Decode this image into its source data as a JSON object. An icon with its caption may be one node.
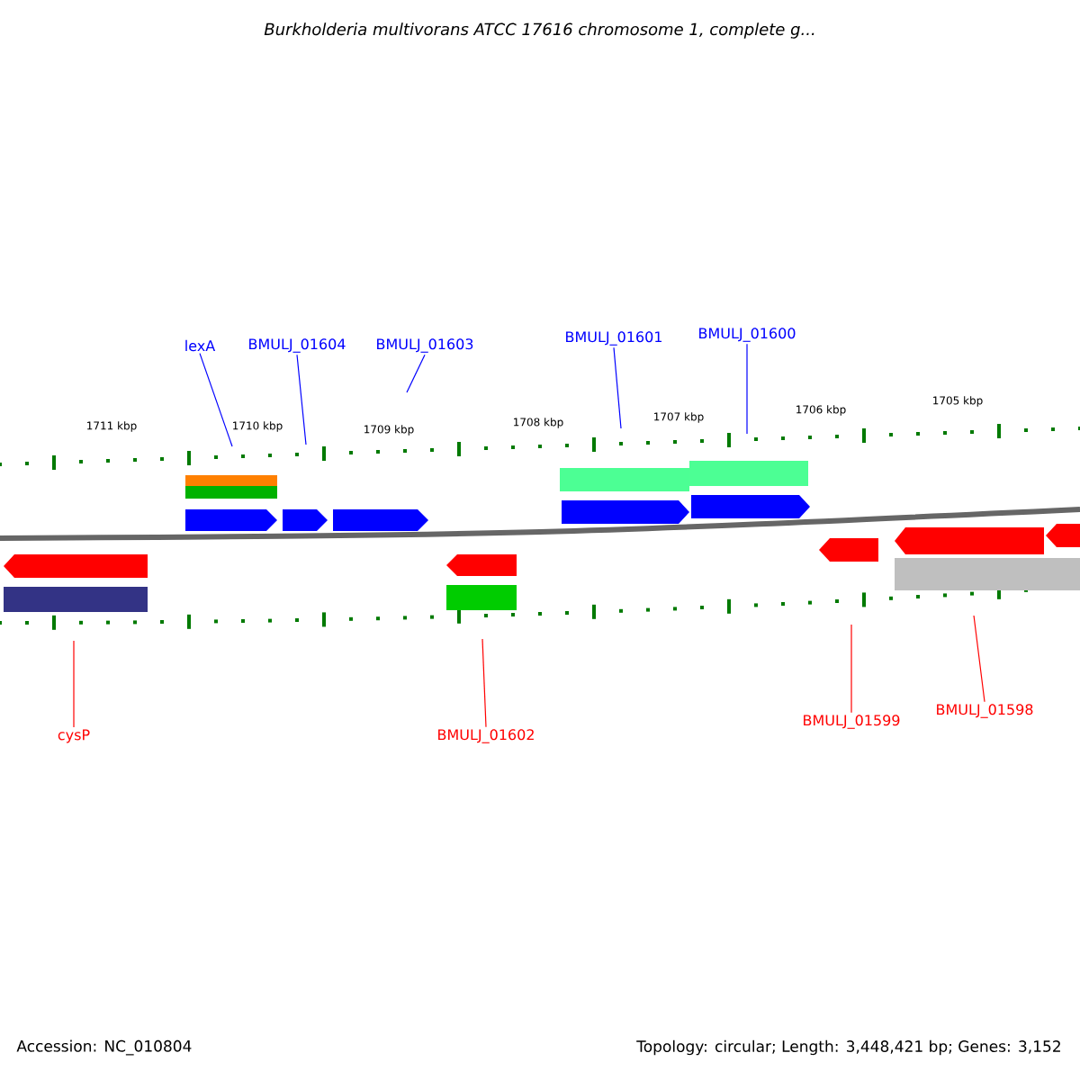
{
  "diagram": {
    "title": "Burkholderia multivorans ATCC 17616 chromosome 1, complete g...",
    "nodes": [
      {
        "text": [
          "lexA"
        ]
      },
      {
        "text": [
          "BMULJ_01604"
        ]
      },
      {
        "text": [
          "BMULJ_01603"
        ]
      },
      {
        "text": [
          "BMULJ_01601"
        ]
      },
      {
        "text": [
          "BMULJ_01600"
        ]
      },
      {
        "text": [
          "cysP"
        ]
      },
      {
        "text": [
          "BMULJ_01602"
        ]
      },
      {
        "text": [
          "BMULJ_01599"
        ]
      },
      {
        "text": [
          "BMULJ_01598"
        ]
      }
    ],
    "edges": [
      {
        "from": 0,
        "to": null,
        "arrow": "none"
      },
      {
        "from": 1,
        "to": null,
        "arrow": "none"
      },
      {
        "from": 2,
        "to": null,
        "arrow": "none"
      },
      {
        "from": 3,
        "to": null,
        "arrow": "none"
      },
      {
        "from": 4,
        "to": null,
        "arrow": "none"
      },
      {
        "from": 5,
        "to": null,
        "arrow": "none",
        "color": "#ff0000"
      },
      {
        "from": 6,
        "to": null,
        "arrow": "none",
        "color": "#ff0000"
      },
      {
        "from": 7,
        "to": null,
        "arrow": "none",
        "color": "#ff0000"
      },
      {
        "from": 8,
        "to": null,
        "arrow": "none",
        "color": "#ff0000"
      }
    ],
    "labels": [
      "1711 kbp",
      "1710 kbp",
      "1709 kbp",
      "1708 kbp",
      "1707 kbp",
      "1706 kbp",
      "1705 kbp",
      "Accession: NC_010804",
      "Topology: circular; Length: 3,448,421 bp; Genes: 3,152"
    ]
  }
}
